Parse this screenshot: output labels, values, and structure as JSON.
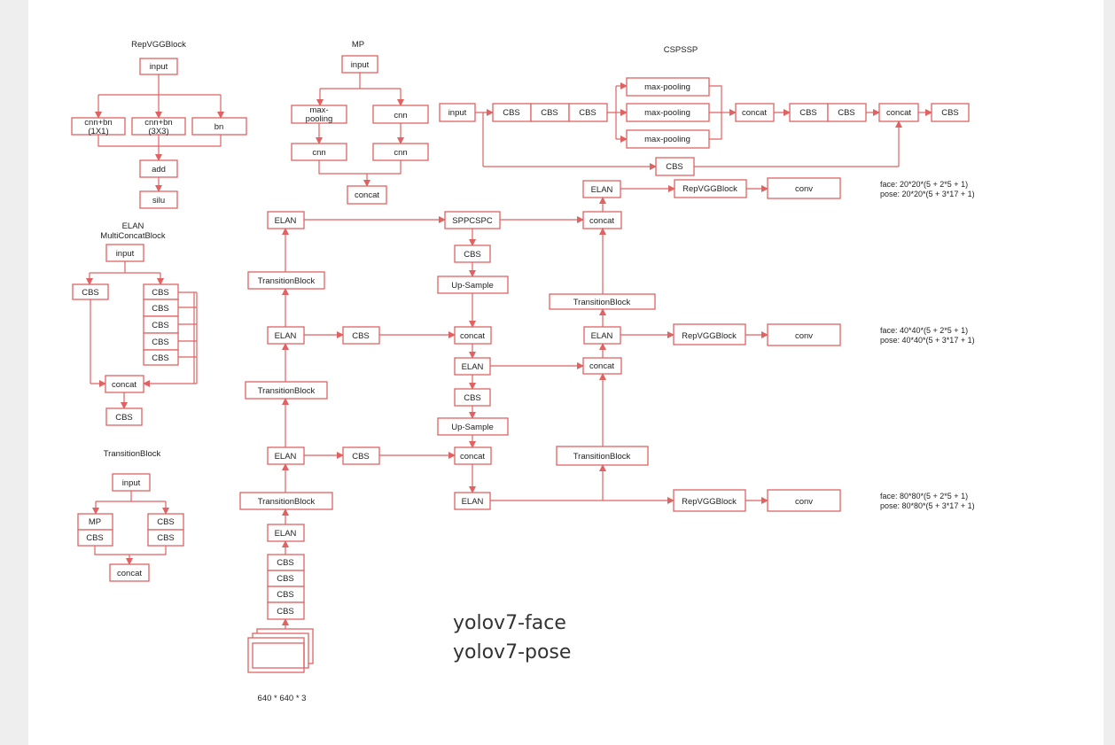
{
  "titles": {
    "repvgg": "RepVGGBlock",
    "mp": "MP",
    "cspssp": "CSPSSP",
    "elan1": "ELAN",
    "elan2": "MultiConcatBlock",
    "transition": "TransitionBlock"
  },
  "labels": {
    "input": "input",
    "cnn_bn_1x1_a": "cnn+bn",
    "cnn_bn_1x1_b": "(1X1)",
    "cnn_bn_3x3_a": "cnn+bn",
    "cnn_bn_3x3_b": "(3X3)",
    "bn": "bn",
    "add": "add",
    "silu": "silu",
    "max_pool_a": "max-",
    "max_pool_b": "pooling",
    "max_pooling": "max-pooling",
    "cnn": "cnn",
    "concat": "concat",
    "cbs": "CBS",
    "mp": "MP",
    "elan": "ELAN",
    "transition": "TransitionBlock",
    "sppcspc": "SPPCSPC",
    "upsample": "Up-Sample",
    "repvgg": "RepVGGBlock",
    "conv": "conv"
  },
  "notes": {
    "head20_face": "face: 20*20*(5 + 2*5 + 1)",
    "head20_pose": "pose: 20*20*(5 + 3*17 + 1)",
    "head40_face": "face: 40*40*(5 + 2*5 + 1)",
    "head40_pose": "pose: 40*40*(5 + 3*17 + 1)",
    "head80_face": "face: 80*80*(5 + 2*5 + 1)",
    "head80_pose": "pose: 80*80*(5 + 3*17 + 1)",
    "input_size": "640 * 640 * 3"
  },
  "caption": {
    "line1": "yolov7-face",
    "line2": "yolov7-pose"
  },
  "colors": {
    "stroke": "#e06262",
    "text": "#222222",
    "page": "#ffffff",
    "background": "#eeeeee"
  }
}
